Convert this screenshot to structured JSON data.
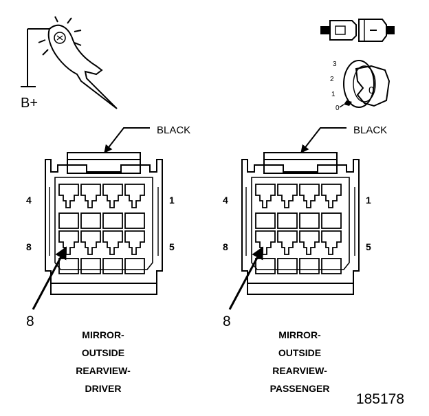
{
  "battery_label": "B+",
  "ignition_key": {
    "positions": [
      "3",
      "2",
      "1",
      "0"
    ],
    "key_mark": "0"
  },
  "connectors": [
    {
      "id": "driver",
      "color_label": "BLACK",
      "pin_labels": {
        "top_left": "4",
        "top_right": "1",
        "bottom_left": "8",
        "bottom_right": "5"
      },
      "callout": "8",
      "caption": [
        "MIRROR-",
        "OUTSIDE",
        "REARVIEW-",
        "DRIVER"
      ]
    },
    {
      "id": "passenger",
      "color_label": "BLACK",
      "pin_labels": {
        "top_left": "4",
        "top_right": "1",
        "bottom_left": "8",
        "bottom_right": "5"
      },
      "callout": "8",
      "caption": [
        "MIRROR-",
        "OUTSIDE",
        "REARVIEW-",
        "PASSENGER"
      ]
    }
  ],
  "figure_number": "185178",
  "icons": [
    "test-light-probe-icon",
    "fuse-icon",
    "ignition-key-icon"
  ]
}
